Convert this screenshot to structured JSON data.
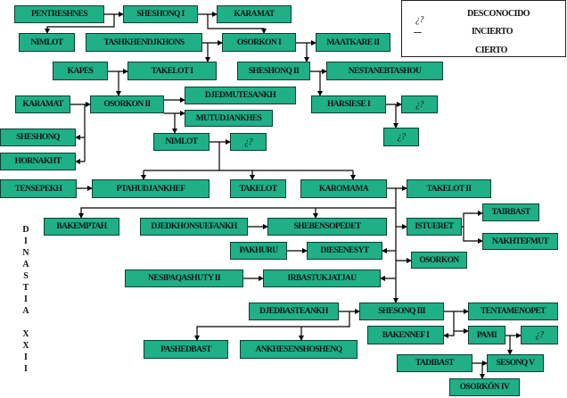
{
  "legend": {
    "unknown_symbol": "¿?",
    "unknown_label": "DESCONOCIDO",
    "uncertain_symbol": "---",
    "uncertain_label": "INCIERTO",
    "certain_label": "CIERTO"
  },
  "dynasty": {
    "letters": [
      "D",
      "I",
      "N",
      "A",
      "S",
      "T",
      "I",
      "A",
      "X",
      "X",
      "I",
      "I"
    ]
  },
  "colors": {
    "box_fill": "#1fb088",
    "box_border": "#0d3f30",
    "line": "#000000"
  },
  "nodes": {
    "pentreshnes": "PENTRESHNES",
    "sheshonq_i": "SHESHONQ I",
    "karamat_1": "KARAMAT",
    "nimlot_1": "NIMLOT",
    "tashkhendjkhons": "TASHKHENDJKHONS",
    "osorkon_i": "OSORKON I",
    "maatkare_ii": "MAATKARE II",
    "kapes": "KAPES",
    "takelot_i": "TAKELOT I",
    "sheshonq_ii": "SHESHONQ II",
    "nestanebtashou": "NESTANEBTASHOU",
    "karamat_2": "KARAMAT",
    "osorkon_ii": "OSORKON II",
    "djedmutesankh": "DJEDMUTESANKH",
    "mutudjankhes": "MUTUDJANKHES",
    "harsiese_i": "HARSIESE I",
    "unknown_1": "¿?",
    "sheshonq": "SHESHONQ",
    "nimlot_2": "NIMLOT",
    "unknown_2": "¿?",
    "unknown_3": "¿?",
    "hornakht": "HORNAKHT",
    "tensepekh": "TENSEPEKH",
    "ptahudjankhef": "PTAHUDJANKHEF",
    "takelot": "TAKELOT",
    "karomama": "KAROMAMA",
    "takelot_ii": "TAKELOT II",
    "bakemptah": "BAKEMPTAH",
    "djedkhonsuefankh": "DJEDKHONSUEFANKH",
    "shebensopedet": "SHEBENSOPEDET",
    "istueret": "ISTUERET",
    "tairbast": "TAIRBAST",
    "nakhtefmut": "NAKHTEFMUT",
    "pakhuru": "PAKHURU",
    "diesenesyt": "DIESENESYT",
    "osorkon": "OSORKON",
    "nesipaqashuty_ii": "NESIPAQASHUTY II",
    "irbastukjatjau": "IRBASTUKJATJAU",
    "djedbasteankh": "DJEDBASTEANKH",
    "shesonq_iii": "SHESONQ III",
    "tentamenopet": "TENTAMENOPET",
    "pashedbast": "PASHEDBAST",
    "ankhesenshoshenq": "ANKHESENSHOSHENQ",
    "bakennef_i": "BAKENNEF I",
    "pami": "PAMI",
    "unknown_4": "¿?",
    "tadibast": "TADIBAST",
    "sesonq_v": "SESONQ V",
    "osorkon_iv": "OSORKÓN IV"
  }
}
